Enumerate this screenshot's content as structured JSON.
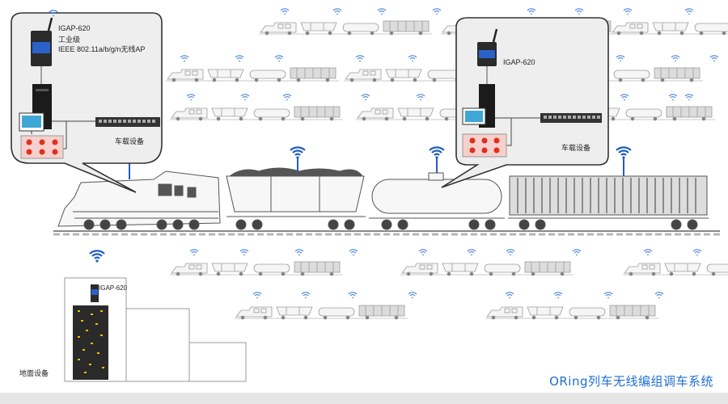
{
  "callout_left": {
    "model": "IGAP-620",
    "grade": "工业级",
    "standard": "IEEE 802.11a/b/g/n无线AP",
    "onboard_label": "车载设备"
  },
  "callout_right": {
    "model": "IGAP-620",
    "onboard_label": "车载设备"
  },
  "ground": {
    "model": "IGAP-620",
    "label": "地面设备"
  },
  "title": "ORing列车无线编组调车系统",
  "colors": {
    "wifi": "#1f5fbf",
    "title": "#1f6fd1",
    "rail": "#888888",
    "callout_fill": "#eeeeee",
    "indicator_fill": "#f5d0cc",
    "indicator_dot": "#e0301e",
    "device_blue": "#2b62c9",
    "cabinet_dark": "#2a2a2a",
    "cabinet_led": "#f0c000"
  },
  "icons": [
    "wifi-icon",
    "ap-device-icon",
    "computer-icon",
    "switch-icon",
    "indicator-panel-icon",
    "server-cabinet-icon",
    "locomotive-icon",
    "hopper-car-icon",
    "tank-car-icon",
    "boxcar-icon"
  ]
}
